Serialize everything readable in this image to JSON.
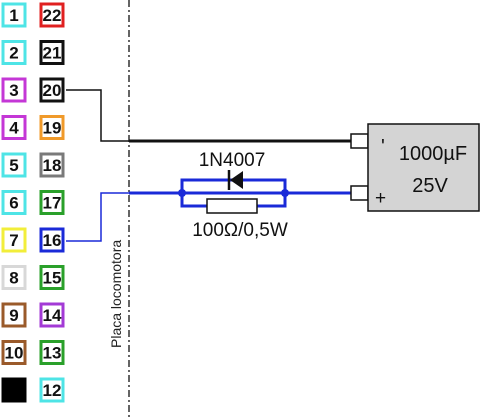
{
  "connector": {
    "left_pins": [
      {
        "label": "1",
        "color": "#4ee4e6"
      },
      {
        "label": "2",
        "color": "#4ee4e6"
      },
      {
        "label": "3",
        "color": "#c437d6"
      },
      {
        "label": "4",
        "color": "#c437d6"
      },
      {
        "label": "5",
        "color": "#4ee4e6"
      },
      {
        "label": "6",
        "color": "#4ee4e6"
      },
      {
        "label": "7",
        "color": "#f2ee3a"
      },
      {
        "label": "8",
        "color": "#d8d8d8"
      },
      {
        "label": "9",
        "color": "#9a5a2a"
      },
      {
        "label": "10",
        "color": "#9a5a2a"
      },
      {
        "label": "",
        "color": "#000000",
        "filled": true
      }
    ],
    "right_pins": [
      {
        "label": "22",
        "color": "#e02020"
      },
      {
        "label": "21",
        "color": "#111111"
      },
      {
        "label": "20",
        "color": "#111111"
      },
      {
        "label": "19",
        "color": "#f09a2a"
      },
      {
        "label": "18",
        "color": "#7a7a7a"
      },
      {
        "label": "17",
        "color": "#2aa02a"
      },
      {
        "label": "16",
        "color": "#1a2ad8"
      },
      {
        "label": "15",
        "color": "#2aa02a"
      },
      {
        "label": "14",
        "color": "#a33ad6"
      },
      {
        "label": "13",
        "color": "#2aa02a"
      },
      {
        "label": "12",
        "color": "#4ee4e6"
      }
    ]
  },
  "board_label": "Placa locomotora",
  "diode": {
    "label": "1N4007"
  },
  "resistor": {
    "label": "100Ω/0,5W"
  },
  "capacitor": {
    "line1": "1000µF",
    "line2": "25V",
    "minus_mark": "'",
    "plus_mark": "+"
  },
  "colors": {
    "wire_negative": "#111111",
    "wire_positive": "#1a2ad8",
    "capacitor_fill": "#d4d4d4"
  }
}
